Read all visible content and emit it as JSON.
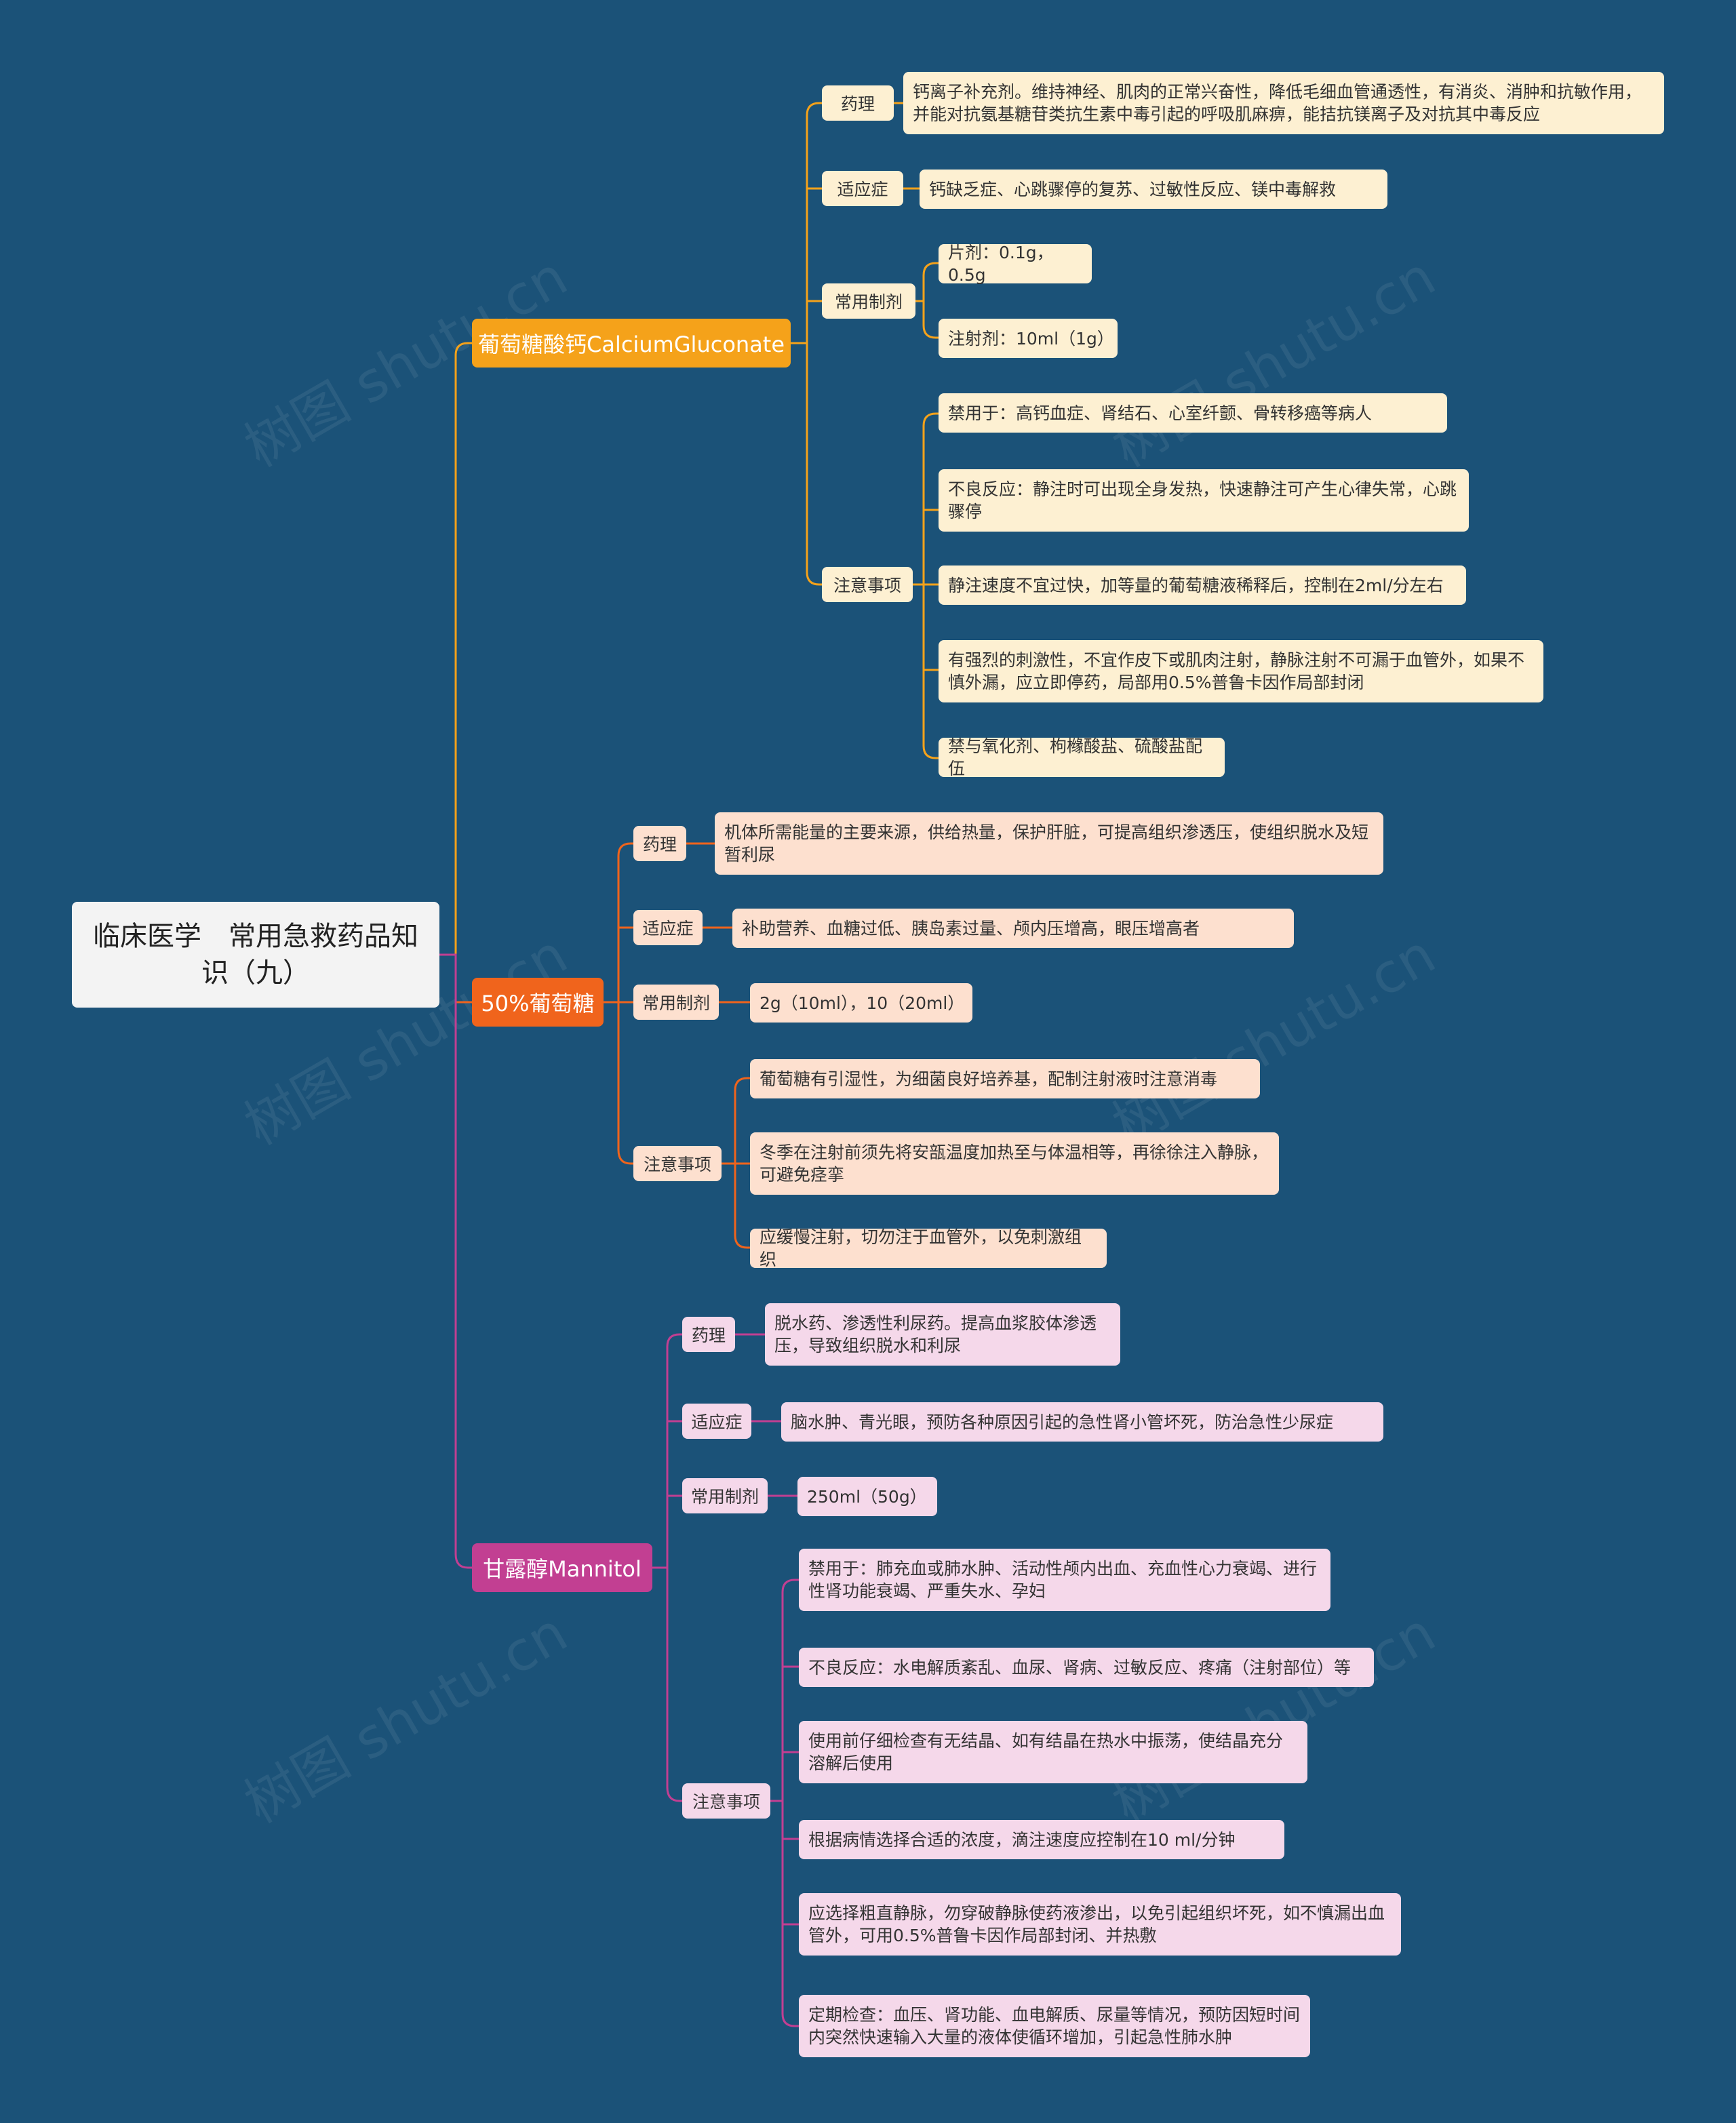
{
  "colors": {
    "background": "#1b5278",
    "branch1": "#f5a21a",
    "branch2": "#f0641c",
    "branch3": "#c23f92"
  },
  "root": "临床医学　常用急救药品知识（九）",
  "watermark": "树图 shutu.cn",
  "b1": {
    "title": "葡萄糖酸钙CalciumGluconate",
    "pharm_label": "药理",
    "pharm": "钙离子补充剂。维持神经、肌肉的正常兴奋性，降低毛细血管通透性，有消炎、消肿和抗敏作用，并能对抗氨基糖苷类抗生素中毒引起的呼吸肌麻痹，能拮抗镁离子及对抗其中毒反应",
    "ind_label": "适应症",
    "ind": "钙缺乏症、心跳骤停的复苏、过敏性反应、镁中毒解救",
    "form_label": "常用制剂",
    "forms": [
      "片剂：0.1g，0.5g",
      "注射剂：10ml（1g）"
    ],
    "note_label": "注意事项",
    "notes": [
      "禁用于：高钙血症、肾结石、心室纤颤、骨转移癌等病人",
      "不良反应：静注时可出现全身发热，快速静注可产生心律失常，心跳骤停",
      "静注速度不宜过快，加等量的葡萄糖液稀释后，控制在2ml/分左右",
      "有强烈的刺激性，不宜作皮下或肌肉注射，静脉注射不可漏于血管外，如果不慎外漏，应立即停药，局部用0.5%普鲁卡因作局部封闭",
      "禁与氧化剂、枸橼酸盐、硫酸盐配伍"
    ]
  },
  "b2": {
    "title": "50%葡萄糖",
    "pharm_label": "药理",
    "pharm": "机体所需能量的主要来源，供给热量，保护肝脏，可提高组织渗透压，使组织脱水及短暂利尿",
    "ind_label": "适应症",
    "ind": "补助营养、血糖过低、胰岛素过量、颅内压增高，眼压增高者",
    "form_label": "常用制剂",
    "form": "2g（10ml），10（20ml）",
    "note_label": "注意事项",
    "notes": [
      "葡萄糖有引湿性，为细菌良好培养基，配制注射液时注意消毒",
      "冬季在注射前须先将安瓿温度加热至与体温相等，再徐徐注入静脉，可避免痉挛",
      "应缓慢注射，切勿注于血管外，以免刺激组织"
    ]
  },
  "b3": {
    "title": "甘露醇Mannitol",
    "pharm_label": "药理",
    "pharm": "脱水药、渗透性利尿药。提高血浆胶体渗透压，导致组织脱水和利尿",
    "ind_label": "适应症",
    "ind": "脑水肿、青光眼，预防各种原因引起的急性肾小管坏死，防治急性少尿症",
    "form_label": "常用制剂",
    "form": "250ml（50g）",
    "note_label": "注意事项",
    "notes": [
      "禁用于：肺充血或肺水肿、活动性颅内出血、充血性心力衰竭、进行性肾功能衰竭、严重失水、孕妇",
      "不良反应：水电解质紊乱、血尿、肾病、过敏反应、疼痛（注射部位）等",
      "使用前仔细检查有无结晶、如有结晶在热水中振荡，使结晶充分溶解后使用",
      "根据病情选择合适的浓度，滴注速度应控制在10 ml/分钟",
      "应选择粗直静脉，勿穿破静脉使药液渗出，以免引起组织坏死，如不慎漏出血管外，可用0.5%普鲁卡因作局部封闭、并热敷",
      "定期检查：血压、肾功能、血电解质、尿量等情况，预防因短时间内突然快速输入大量的液体使循环增加，引起急性肺水肿"
    ]
  }
}
